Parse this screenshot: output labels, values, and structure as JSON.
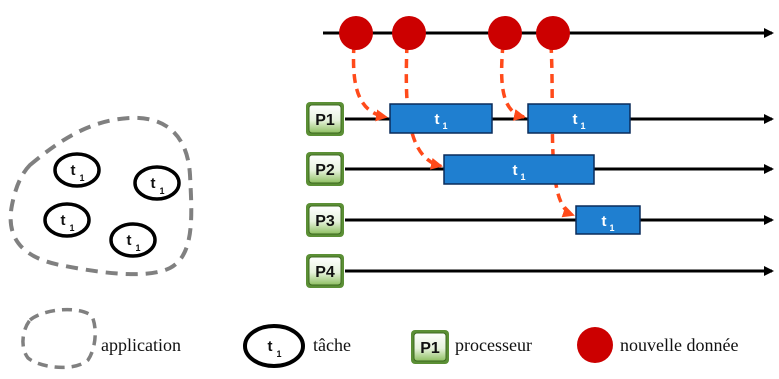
{
  "diagram": {
    "colors": {
      "task_fill": "#1f7fd0",
      "task_stroke": "#0a2b5a",
      "data_dot": "#cc0000",
      "arrow_dashed": "#ff4a1a",
      "axis": "#000000",
      "blob_dashed": "#808080",
      "proc_fill_top": "#f2f7ee",
      "proc_fill_bottom": "#9ccc74",
      "proc_border": "#4a7a2a"
    },
    "application_tasks": [
      {
        "label": "t",
        "sub": "1"
      },
      {
        "label": "t",
        "sub": "1"
      },
      {
        "label": "t",
        "sub": "1"
      },
      {
        "label": "t",
        "sub": "1"
      }
    ],
    "processors": [
      {
        "label": "P1",
        "tasks": [
          {
            "label": "t",
            "sub": "1"
          },
          {
            "label": "t",
            "sub": "1"
          }
        ]
      },
      {
        "label": "P2",
        "tasks": [
          {
            "label": "t",
            "sub": "1"
          }
        ]
      },
      {
        "label": "P3",
        "tasks": [
          {
            "label": "t",
            "sub": "1"
          }
        ]
      },
      {
        "label": "P4",
        "tasks": []
      }
    ],
    "data_events": 4,
    "legend": {
      "application": "application",
      "task_symbol": "t",
      "task_symbol_sub": "1",
      "task": "tâche",
      "processor_symbol": "P1",
      "processor": "processeur",
      "new_data": "nouvelle donnée"
    }
  }
}
